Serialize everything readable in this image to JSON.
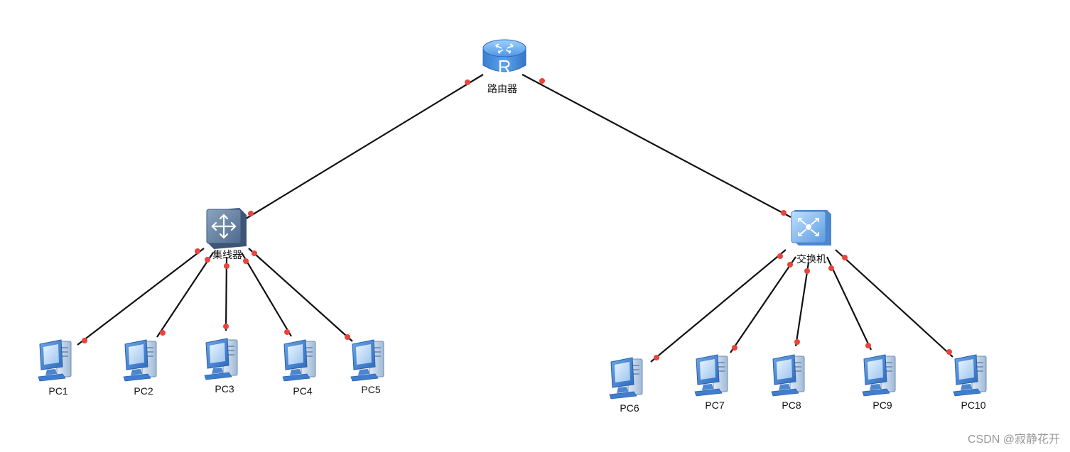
{
  "router": {
    "label": "路由器"
  },
  "hub": {
    "label": "集线器"
  },
  "switch": {
    "label": "交换机"
  },
  "hub_pcs": [
    {
      "label": "PC1"
    },
    {
      "label": "PC2"
    },
    {
      "label": "PC3"
    },
    {
      "label": "PC4"
    },
    {
      "label": "PC5"
    }
  ],
  "switch_pcs": [
    {
      "label": "PC6"
    },
    {
      "label": "PC7"
    },
    {
      "label": "PC8"
    },
    {
      "label": "PC9"
    },
    {
      "label": "PC10"
    }
  ],
  "watermark": "CSDN @寂静花开",
  "colors": {
    "link": "#111111",
    "port": "#e8453c",
    "router": "#4a8fd8",
    "hub": "#6d88a8",
    "switch": "#7fb2e8",
    "pc": "#3f7ecf"
  }
}
